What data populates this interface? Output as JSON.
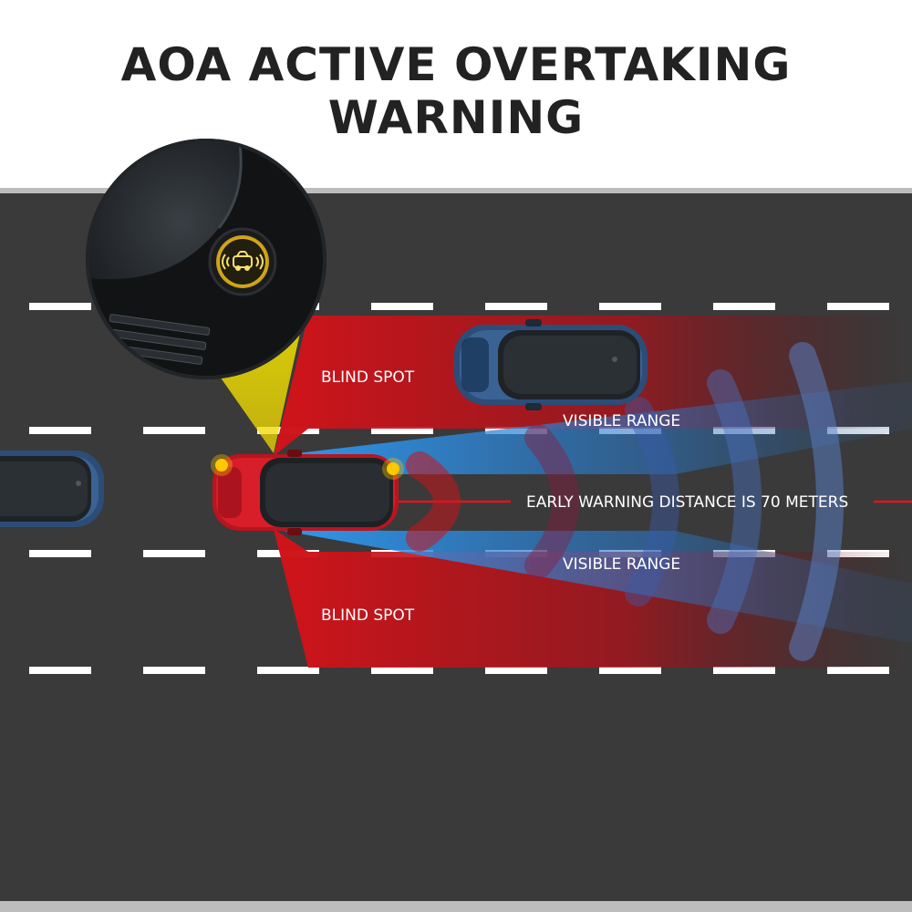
{
  "title": "AOA ACTIVE OVERTAKING WARNING",
  "labels": {
    "blind_spot_top": "BLIND SPOT",
    "blind_spot_bottom": "BLIND SPOT",
    "visible_range_top": "VISIBLE RANGE",
    "visible_range_bottom": "VISIBLE RANGE",
    "early_warning": "EARLY WARNING DISTANCE IS 70 METERS"
  },
  "colors": {
    "road": "#3a3a3a",
    "lane_marking": "#ffffff",
    "blind_spot": "#d0141a",
    "visible_range": "#2f8fe8",
    "warning_line": "#e0141a",
    "sensor_beam": "#f0e000",
    "ego_car": "#d81e28",
    "other_car": "#2c4d78",
    "indicator_light": "#ffc800"
  },
  "icons": {
    "sensor_button": "car-radar-icon"
  }
}
